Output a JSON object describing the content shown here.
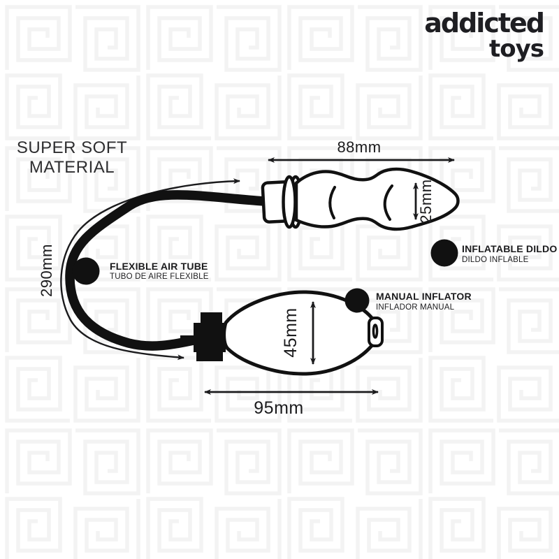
{
  "logo": {
    "line1": "addicted",
    "line2": "toys"
  },
  "heading": {
    "line1": "SUPER SOFT",
    "line2": "MATERIAL"
  },
  "colors": {
    "ink": "#1b1b1d",
    "pattern": "#f3f3f3",
    "background": "#ffffff"
  },
  "diagram": {
    "dimensions": {
      "dildo_length": "88mm",
      "dildo_diameter": "25mm",
      "tube_length": "290mm",
      "pump_height": "45mm",
      "pump_length": "95mm"
    },
    "labels": {
      "air_tube_en": "FLEXIBLE AIR TUBE",
      "air_tube_es": "TUBO DE AIRE FLEXIBLE",
      "dildo_en": "INFLATABLE DILDO",
      "dildo_es": "DILDO INFLABLE",
      "inflator_en": "MANUAL INFLATOR",
      "inflator_es": "INFLADOR MANUAL"
    }
  }
}
